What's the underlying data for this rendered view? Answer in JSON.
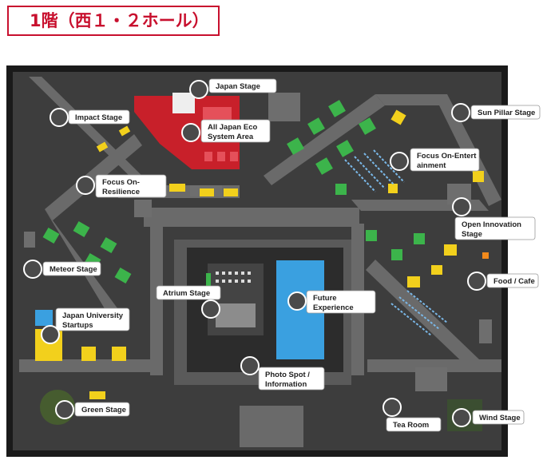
{
  "title": "1階（西１・２ホール）",
  "colors": {
    "floor": "#3d3d3d",
    "aisle": "#6b6b6b",
    "outer_wall": "#1a1a1a",
    "booth_green": "#3cb44b",
    "booth_yellow": "#f2d01c",
    "stage_red": "#c8202a",
    "future_blue": "#3aa0e0",
    "title_red": "#c8102e"
  },
  "locations": [
    {
      "id": "japan-stage",
      "label": [
        "Japan Stage"
      ]
    },
    {
      "id": "impact-stage",
      "label": [
        "Impact Stage"
      ]
    },
    {
      "id": "all-japan-eco",
      "label": [
        "All Japan Eco",
        "System Area"
      ]
    },
    {
      "id": "sun-pillar-stage",
      "label": [
        "Sun Pillar Stage"
      ]
    },
    {
      "id": "focus-on-entertainment",
      "label": [
        "Focus On-Entert",
        "ainment"
      ]
    },
    {
      "id": "focus-on-resilience",
      "label": [
        "Focus On-",
        "Resilience"
      ]
    },
    {
      "id": "open-innovation-stage",
      "label": [
        "Open Innovation",
        "Stage"
      ]
    },
    {
      "id": "meteor-stage",
      "label": [
        "Meteor Stage"
      ]
    },
    {
      "id": "food-cafe",
      "label": [
        "Food / Cafe"
      ]
    },
    {
      "id": "atrium-stage",
      "label": [
        "Atrium Stage"
      ]
    },
    {
      "id": "future-experience",
      "label": [
        "Future",
        "Experience"
      ]
    },
    {
      "id": "japan-university-startups",
      "label": [
        "Japan University",
        "Startups"
      ]
    },
    {
      "id": "photo-spot",
      "label": [
        "Photo Spot /",
        "Information"
      ]
    },
    {
      "id": "green-stage",
      "label": [
        "Green Stage"
      ]
    },
    {
      "id": "tea-room",
      "label": [
        "Tea Room"
      ]
    },
    {
      "id": "wind-stage",
      "label": [
        "Wind Stage"
      ]
    }
  ]
}
